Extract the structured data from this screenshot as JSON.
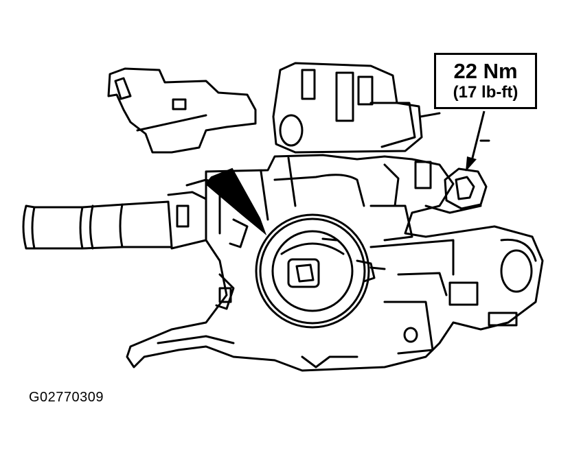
{
  "callout": {
    "torque_nm": "22 Nm",
    "torque_lbft": "(17 lb-ft)"
  },
  "figure_id": "G02770309",
  "icons": {
    "indicator_arrow": "arrow-icon",
    "callout_leader": "leader-line-icon"
  },
  "colors": {
    "line": "#000000",
    "background": "#ffffff"
  }
}
